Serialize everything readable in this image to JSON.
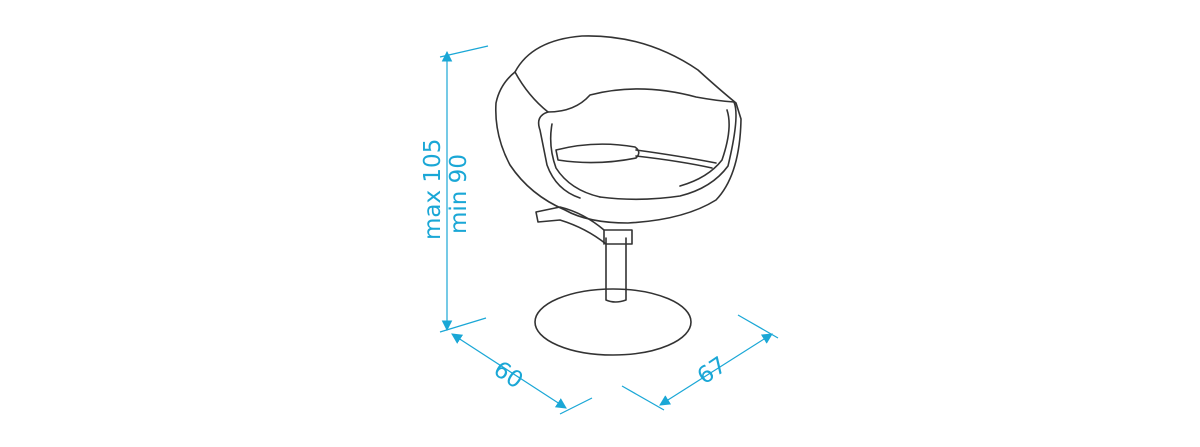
{
  "dimensions": {
    "height_max": "max 105",
    "height_min": "min 90",
    "depth": "60",
    "width": "67"
  },
  "colors": {
    "dimension": "#1aa7d6",
    "outline": "#333333",
    "background": "#ffffff"
  }
}
